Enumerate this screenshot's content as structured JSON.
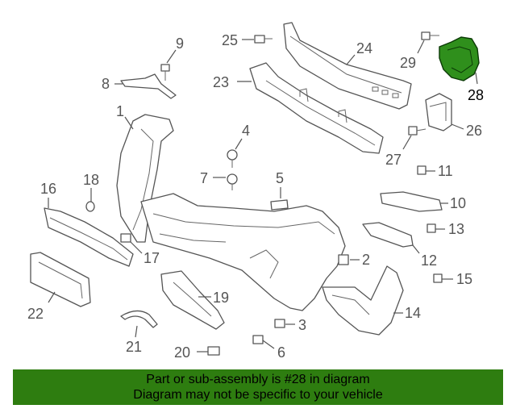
{
  "callouts": {
    "c1": "1",
    "c2": "2",
    "c3": "3",
    "c4": "4",
    "c5": "5",
    "c6": "6",
    "c7": "7",
    "c8": "8",
    "c9": "9",
    "c10": "10",
    "c11": "11",
    "c12": "12",
    "c13": "13",
    "c14": "14",
    "c15": "15",
    "c16": "16",
    "c17": "17",
    "c18": "18",
    "c19": "19",
    "c20": "20",
    "c21": "21",
    "c22": "22",
    "c23": "23",
    "c24": "24",
    "c25": "25",
    "c26": "26",
    "c27": "27",
    "c28": "28",
    "c29": "29"
  },
  "highlighted_part": "28",
  "colors": {
    "highlight_part": "#2f8f1c",
    "banner": "#2e7d10"
  },
  "banner": {
    "line1": "Part or sub-assembly is #28 in diagram",
    "line2": "Diagram may not be specific to your vehicle"
  }
}
